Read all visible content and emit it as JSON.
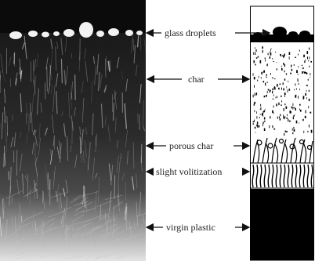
{
  "labels": {
    "glass_droplets": "glass droplets",
    "char": "char",
    "porous_char": "porous char",
    "slight_volitization": "slight volitization",
    "virgin_plastic": "virgin plastic"
  },
  "colors": {
    "background": "#ffffff",
    "photo_dark": "#0b0b0b",
    "photo_light": "#e8e8e8",
    "schematic_black": "#000000"
  },
  "icons": {
    "arrow": "double-headed-arrow"
  }
}
